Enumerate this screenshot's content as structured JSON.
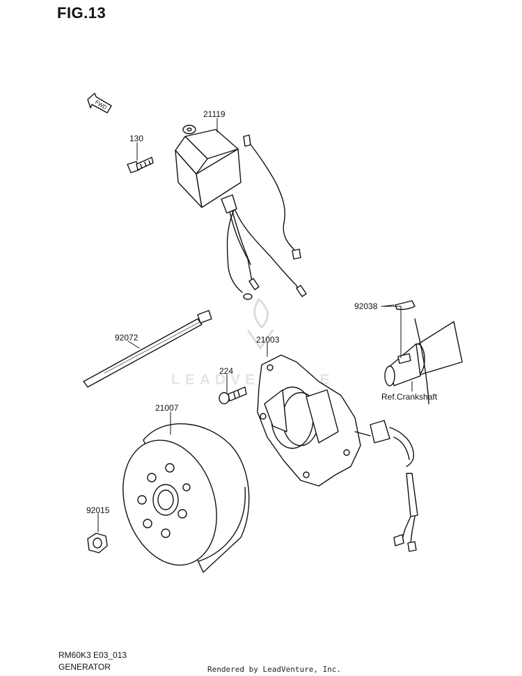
{
  "figure": {
    "title": "FIG.13",
    "fwd_arrow_text": "FWD"
  },
  "labels": {
    "p21119": "21119",
    "p130": "130",
    "p92038": "92038",
    "p92072": "92072",
    "p21003": "21003",
    "p224": "224",
    "ref_crankshaft": "Ref.Crankshaft",
    "p21007": "21007",
    "p92015": "92015"
  },
  "footer": {
    "code": "RM60K3 E03_013",
    "name": "GENERATOR",
    "credit": "Rendered by LeadVenture, Inc."
  },
  "watermark": {
    "text": "LEADVENTURE"
  }
}
